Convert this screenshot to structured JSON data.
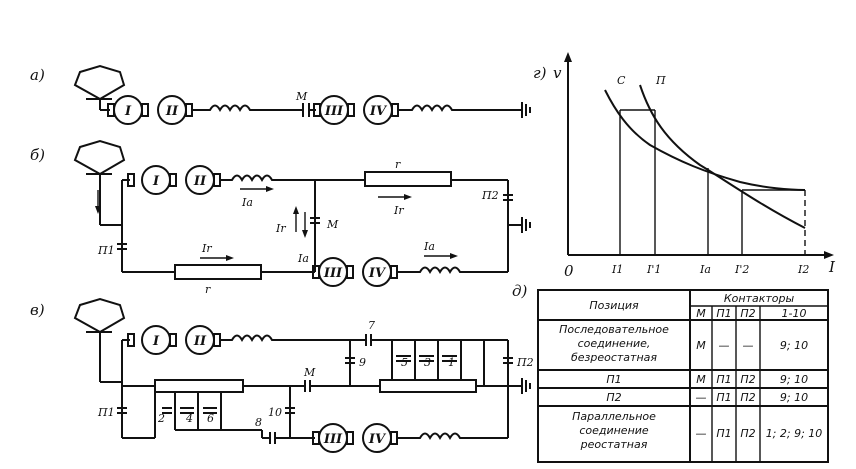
{
  "labels": {
    "a": "а)",
    "b": "б)",
    "v": "в)",
    "g": "г)",
    "d": "д)"
  },
  "motors": [
    "I",
    "II",
    "III",
    "IV"
  ],
  "contactors": {
    "M": "М",
    "P1": "П1",
    "P2": "П2",
    "n1": "1",
    "n2": "2",
    "n3": "3",
    "n4": "4",
    "n5": "5",
    "n6": "6",
    "n7": "7",
    "n8": "8",
    "n9": "9",
    "n10": "10"
  },
  "resistor": "r",
  "currents": {
    "IA": "Iа",
    "Ir": "Ir",
    "IAdown": "Iа"
  },
  "graph": {
    "yaxis": "v",
    "xaxis": "I",
    "origin": "0",
    "curve_c": "С",
    "curve_p": "П",
    "ticks": [
      "I1",
      "I'1",
      "Iа",
      "I'2",
      "I2"
    ]
  },
  "table": {
    "header_position": "Позиция",
    "header_contactors": "Контакторы",
    "subheaders": [
      "М",
      "П1",
      "П2",
      "1-10"
    ],
    "rows": [
      {
        "position": [
          "Последовательное",
          "соединение,",
          "безреостатная"
        ],
        "cells": [
          "М",
          "—",
          "—",
          "9; 10"
        ]
      },
      {
        "position": [
          "П1"
        ],
        "cells": [
          "М",
          "П1",
          "П2",
          "9; 10"
        ]
      },
      {
        "position": [
          "П2"
        ],
        "cells": [
          "—",
          "П1",
          "П2",
          "9; 10"
        ]
      },
      {
        "position": [
          "Параллельное",
          "соединение",
          "реостатная"
        ],
        "cells": [
          "—",
          "П1",
          "П2",
          "1; 2; 9; 10"
        ]
      }
    ]
  }
}
